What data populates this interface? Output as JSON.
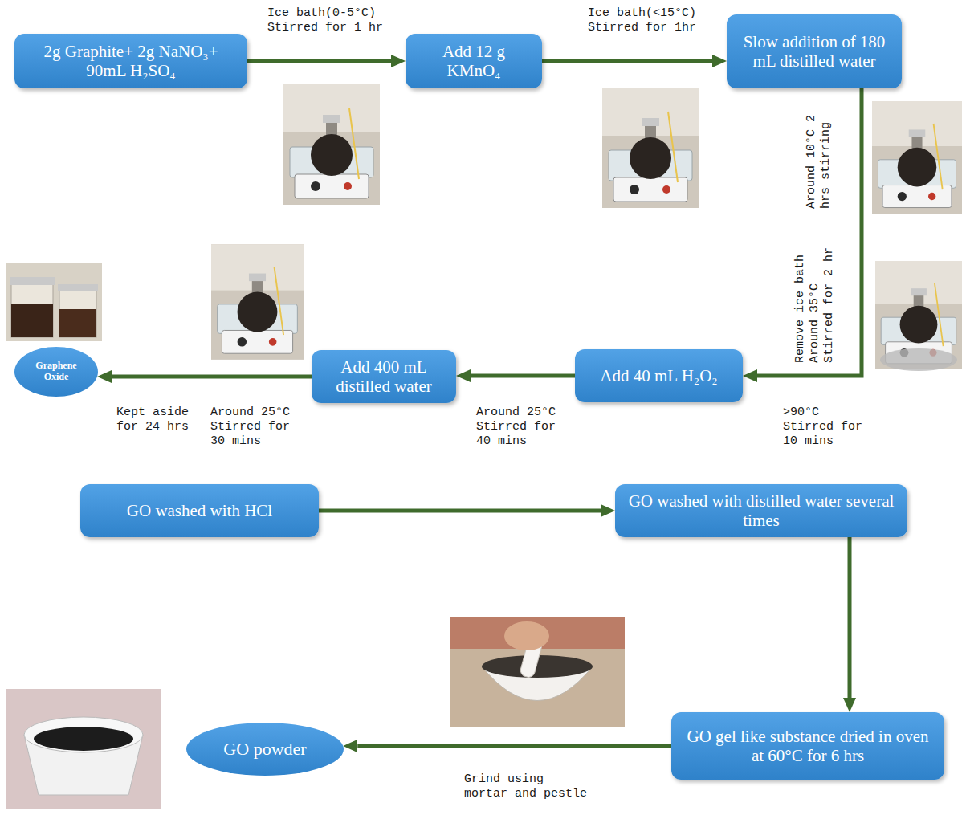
{
  "diagram": {
    "nodes": [
      {
        "text": [
          "2g Graphite+ 2g NaNO₃+ 90mL H₂SO₄"
        ]
      },
      {
        "text": [
          "Add 12 g KMnO₄"
        ]
      },
      {
        "text": [
          "Slow addition of 180 mL distilled water"
        ]
      },
      {
        "text": [
          "Add 40 mL H₂O₂"
        ]
      },
      {
        "text": [
          "Add 400 mL distilled water"
        ]
      },
      {
        "text": [
          "Graphene Oxide"
        ]
      },
      {
        "text": [
          "GO washed with HCl"
        ]
      },
      {
        "text": [
          "GO washed with distilled water several times"
        ]
      },
      {
        "text": [
          "GO gel like substance dried in oven at 60°C for 6 hrs"
        ]
      },
      {
        "text": [
          "GO powder"
        ]
      }
    ],
    "edges": [
      {
        "from": 0,
        "to": 1,
        "arrow": "to",
        "label": "Ice bath(0-5°C) Stirred for 1 hr"
      },
      {
        "from": 1,
        "to": 2,
        "arrow": "to",
        "label": "Ice bath(<15°C) Stirred for 1hr"
      },
      {
        "from": 2,
        "to": 3,
        "arrow": "to",
        "label": "Around 10°C 2 hrs stirring"
      },
      {
        "from": 3,
        "to": 4,
        "arrow": "to",
        "label": "Around 25°C Stirred for 40 mins"
      },
      {
        "from": 4,
        "to": 5,
        "arrow": "to",
        "label": "Around 25°C Stirred for 30 mins"
      },
      {
        "from": 6,
        "to": 7,
        "arrow": "to"
      },
      {
        "from": 7,
        "to": 8,
        "arrow": "to"
      },
      {
        "from": 8,
        "to": 9,
        "arrow": "to",
        "label": "Grind using mortar and pestle"
      }
    ],
    "labels": [
      "Remove ice bath Around 35°C Stirred for 2 hr",
      ">90°C Stirred for 10 mins",
      "Kept aside for 24 hrs"
    ]
  }
}
